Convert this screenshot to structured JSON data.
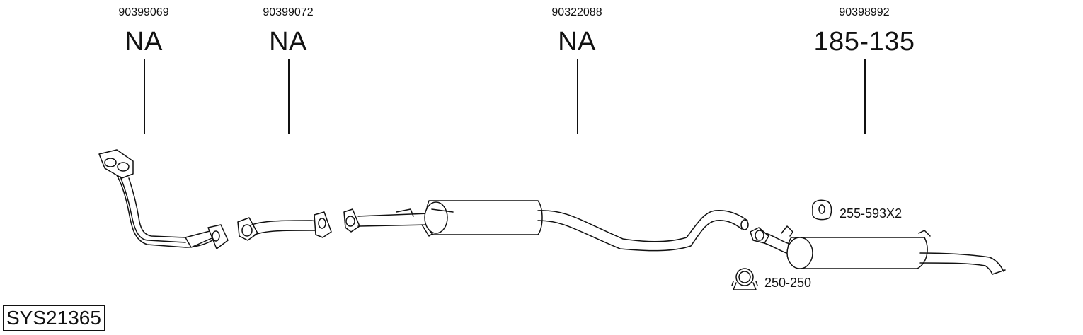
{
  "parts": [
    {
      "number": "90399069",
      "code": "NA"
    },
    {
      "number": "90399072",
      "code": "NA"
    },
    {
      "number": "90322088",
      "code": "NA"
    },
    {
      "number": "90398992",
      "code": "185-135"
    }
  ],
  "accessories": [
    {
      "code": "255-593X2",
      "icon": "rubber-hanger-icon"
    },
    {
      "code": "250-250",
      "icon": "pipe-clamp-icon"
    }
  ],
  "system_id": "SYS21365"
}
